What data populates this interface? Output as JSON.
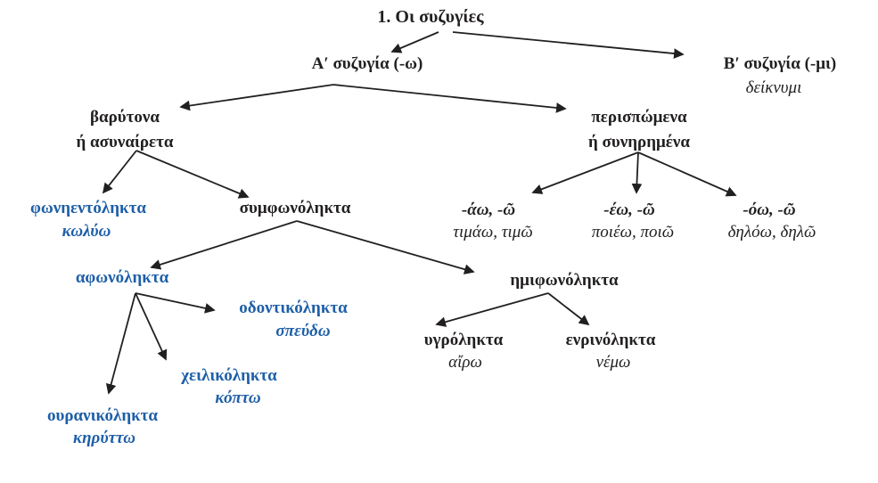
{
  "colors": {
    "ink": "#221f1f",
    "blue": "#1e5fa8"
  },
  "diagram": {
    "title": "1. Οι συζυγίες",
    "nodes": {
      "syzygia_a": {
        "label": "Α′ συζυγία (-ω)"
      },
      "syzygia_b": {
        "label": "Β′ συζυγία (-μι)",
        "example": "δείκνυμι"
      },
      "barytona": {
        "line1": "βαρύτονα",
        "line2": "ή ασυναίρετα"
      },
      "perispomena": {
        "line1": "περισπώμενα",
        "line2": "ή συνηρημένα"
      },
      "foniento": {
        "label": "φωνηεντόληκτα",
        "example": "κωλύω"
      },
      "symfono": {
        "label": "συμφωνόληκτα"
      },
      "ao": {
        "label": "-άω, -ῶ",
        "example": "τιμάω, τιμῶ"
      },
      "eo": {
        "label": "-έω, -ῶ",
        "example": "ποιέω, ποιῶ"
      },
      "oo": {
        "label": "-όω, -ῶ",
        "example": "δηλόω, δηλῶ"
      },
      "afono": {
        "label": "αφωνόληκτα"
      },
      "imifono": {
        "label": "ημιφωνόληκτα"
      },
      "odontiko": {
        "label": "οδοντικόληκτα",
        "example": "σπεύδω"
      },
      "xeiliko": {
        "label": "χειλικόληκτα",
        "example": "κόπτω"
      },
      "ouraniko": {
        "label": "ουρανικόληκτα",
        "example": "κηρύττω"
      },
      "ygro": {
        "label": "υγρόληκτα",
        "example": "αἴρω"
      },
      "enrino": {
        "label": "ενρινόληκτα",
        "example": "νέμω"
      }
    }
  }
}
